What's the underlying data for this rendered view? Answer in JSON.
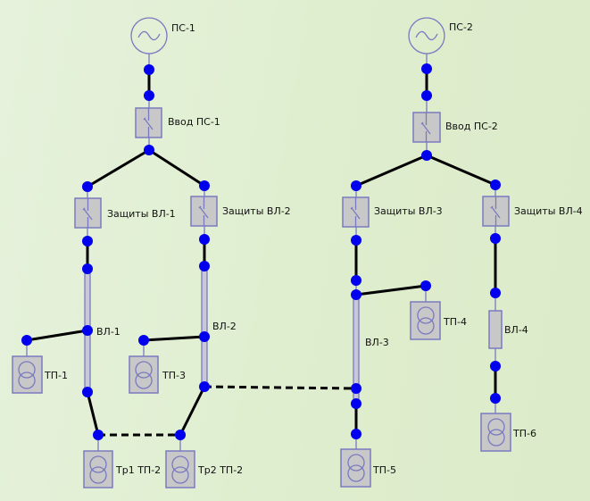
{
  "diagram": {
    "sources": [
      "ПС-1",
      "ПС-2"
    ],
    "inputs": [
      "Ввод ПС-1",
      "Ввод ПС-2"
    ],
    "protections": [
      "Защиты ВЛ-1",
      "Защиты ВЛ-2",
      "Защиты ВЛ-3",
      "Защиты ВЛ-4"
    ],
    "lines": [
      "ВЛ-1",
      "ВЛ-2",
      "ВЛ-3",
      "ВЛ-4"
    ],
    "substations": [
      "ТП-1",
      "ТП-3",
      "Тр1 ТП-2",
      "Тр2 ТП-2",
      "ТП-4",
      "ТП-5",
      "ТП-6"
    ]
  },
  "colors": {
    "node": "#0000ee",
    "element_fill": "#c8c8c8",
    "element_stroke": "#7a7ac0",
    "wire": "#000000",
    "background": "#deedcd"
  }
}
